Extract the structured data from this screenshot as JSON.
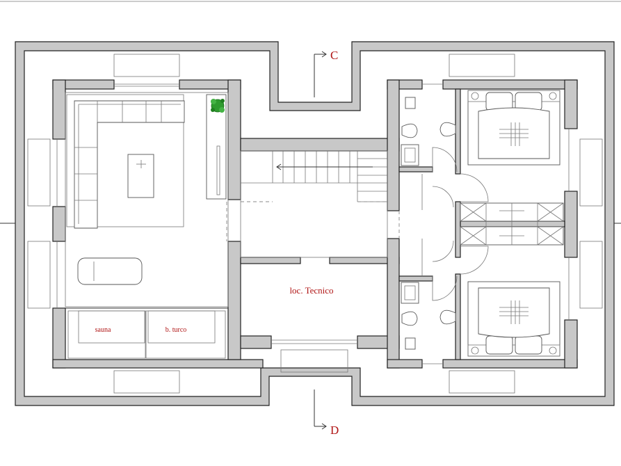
{
  "labels": {
    "section_top": "C",
    "section_bottom": "D",
    "room_technical": "loc. Tecnico",
    "room_sauna": "sauna",
    "room_turkish_bath": "b. turco"
  },
  "colors": {
    "wall_fill": "#c8c8c8",
    "line": "#333333",
    "label_red": "#b01515",
    "plant_green": "#2e9b2e"
  },
  "icons": [
    "section-arrow-icon",
    "plant-icon",
    "sofa-icon",
    "bed-icon",
    "toilet-icon",
    "sink-icon",
    "shower-icon",
    "staircase-icon"
  ]
}
